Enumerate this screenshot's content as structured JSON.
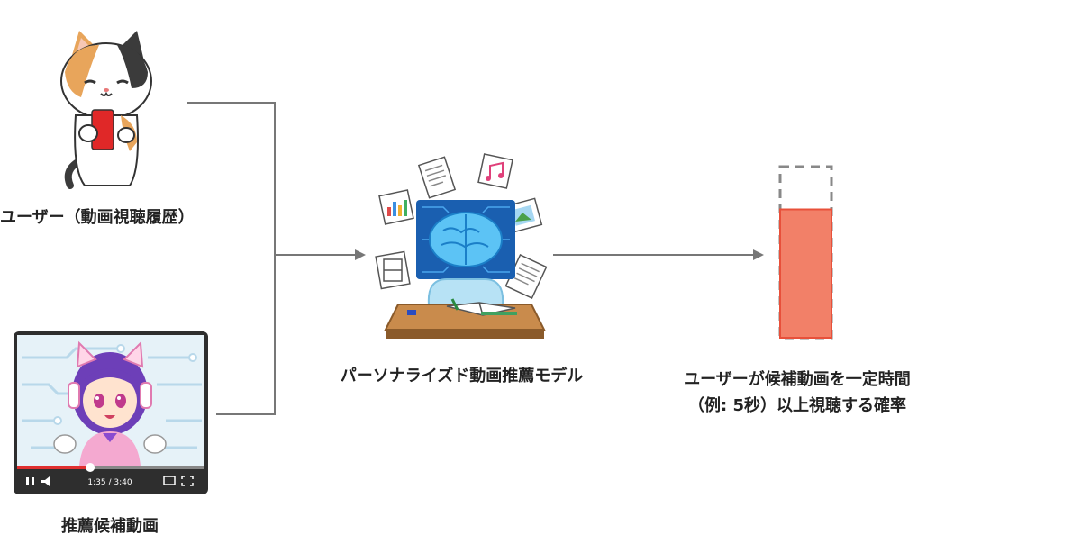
{
  "inputs": {
    "user_label": "ユーザー（動画視聴履歴）",
    "video_label": "推薦候補動画",
    "video_player": {
      "time_text": "1:35 / 3:40",
      "progress": 0.39
    }
  },
  "model": {
    "label": "パーソナライズド動画推薦モデル"
  },
  "output": {
    "label_line1": "ユーザーが候補動画を一定時間",
    "label_line2": "（例: 5秒）以上視聴する確率",
    "probability": 0.75
  },
  "colors": {
    "connector": "#777777",
    "bar_fill": "#f28068",
    "bar_stroke": "#e8503a",
    "bar_empty_stroke": "#888888",
    "brain": "#3fa7e8",
    "desk": "#b87a3e"
  }
}
